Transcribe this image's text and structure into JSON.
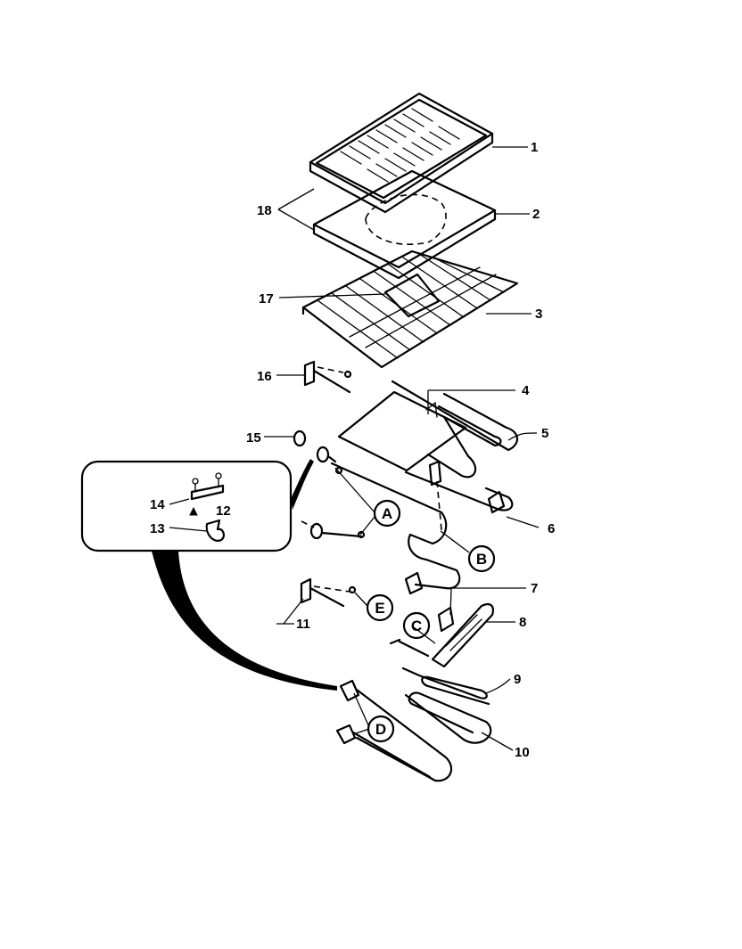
{
  "callouts": {
    "c1": "1",
    "c2": "2",
    "c3": "3",
    "c4": "4",
    "c5": "5",
    "c6": "6",
    "c7": "7",
    "c8": "8",
    "c9": "9",
    "c10": "10",
    "c11": "11",
    "c12": "12",
    "c13": "13",
    "c14": "14",
    "c15": "15",
    "c16": "16",
    "c17": "17",
    "c18": "18"
  },
  "letters": {
    "A": "A",
    "B": "B",
    "C": "C",
    "D": "D",
    "E": "E"
  },
  "colors": {
    "ink": "#000000",
    "paper": "#ffffff"
  }
}
